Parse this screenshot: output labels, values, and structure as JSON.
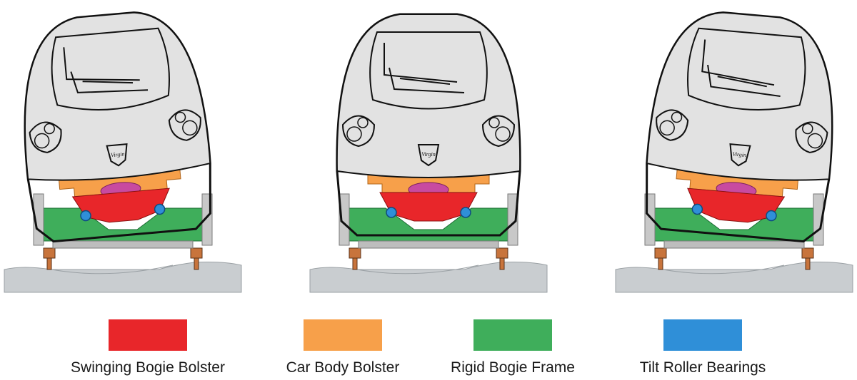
{
  "logo_text": "Virgin",
  "colors": {
    "swinging_bogie_bolster": "#e8262a",
    "car_body_bolster": "#f7a04a",
    "rigid_bogie_frame": "#3fae5b",
    "tilt_roller_bearings": "#2f8fd8",
    "tilt_actuator": "#c84aa0",
    "axle_box": "#c8743c",
    "body_fill": "#e2e2e2",
    "track_fill": "#c9cdd0",
    "outline": "#111111"
  },
  "legend": [
    {
      "label": "Swinging Bogie Bolster",
      "color": "#e8262a"
    },
    {
      "label": "Car Body Bolster",
      "color": "#f7a04a"
    },
    {
      "label": "Rigid Bogie Frame",
      "color": "#3fae5b"
    },
    {
      "label": "Tilt Roller Bearings",
      "color": "#2f8fd8"
    }
  ],
  "panels": [
    {
      "name": "tilt-left",
      "tilt_deg": -5
    },
    {
      "name": "upright",
      "tilt_deg": 0
    },
    {
      "name": "tilt-right",
      "tilt_deg": 5
    }
  ]
}
